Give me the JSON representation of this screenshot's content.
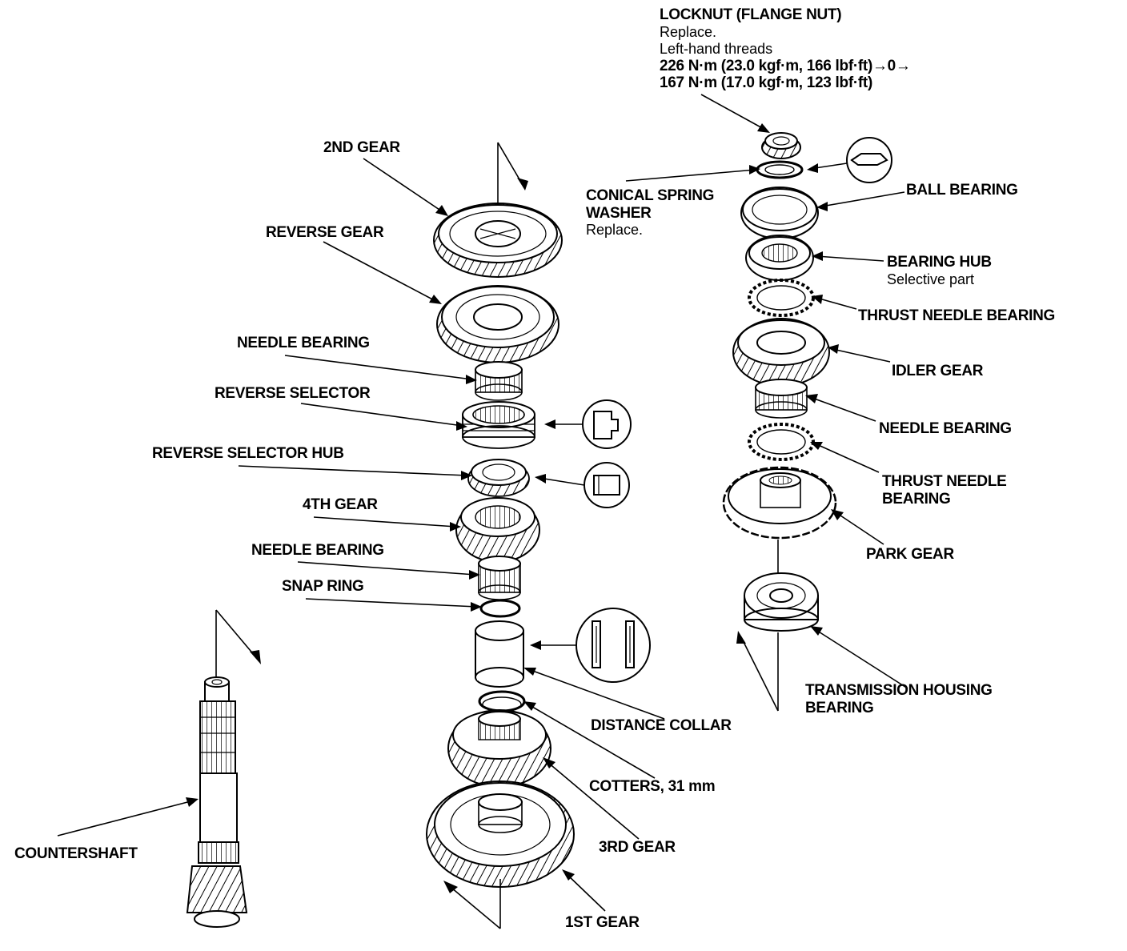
{
  "labels": {
    "second_gear": "2ND GEAR",
    "reverse_gear": "REVERSE GEAR",
    "needle_bearing_upper": "NEEDLE BEARING",
    "reverse_selector": "REVERSE SELECTOR",
    "reverse_selector_hub": "REVERSE SELECTOR HUB",
    "fourth_gear": "4TH GEAR",
    "needle_bearing_lower": "NEEDLE BEARING",
    "snap_ring": "SNAP RING",
    "distance_collar": "DISTANCE COLLAR",
    "cotters": "COTTERS, 31 mm",
    "third_gear": "3RD GEAR",
    "first_gear": "1ST GEAR",
    "countershaft": "COUNTERSHAFT",
    "locknut_title": "LOCKNUT (FLANGE NUT)",
    "locknut_note1": "Replace.",
    "locknut_note2": "Left-hand threads",
    "locknut_torque1": "226 N·m (23.0 kgf·m, 166 lbf·ft)→0→",
    "locknut_torque2": "167 N·m (17.0 kgf·m, 123 lbf·ft)",
    "conical_line1": "CONICAL SPRING",
    "conical_line2": "WASHER",
    "conical_note": "Replace.",
    "ball_bearing": "BALL BEARING",
    "bearing_hub": "BEARING HUB",
    "bearing_hub_note": "Selective part",
    "thrust_needle_bearing_upper": "THRUST NEEDLE BEARING",
    "idler_gear": "IDLER GEAR",
    "needle_bearing_right": "NEEDLE BEARING",
    "thrust_needle_line1": "THRUST NEEDLE",
    "thrust_needle_line2": "BEARING",
    "park_gear": "PARK GEAR",
    "housing_bearing_line1": "TRANSMISSION HOUSING",
    "housing_bearing_line2": "BEARING"
  }
}
